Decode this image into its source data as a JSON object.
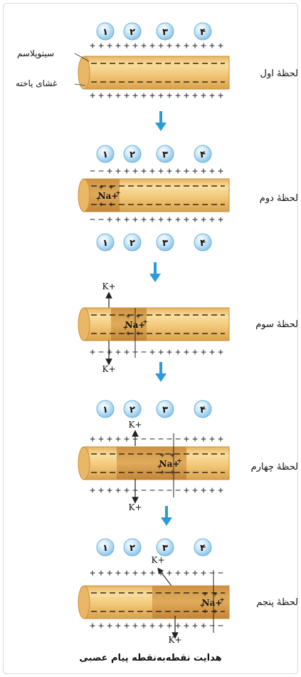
{
  "title": "هدایت نقطه‌به‌نقطه پیام عصبی",
  "callouts": {
    "cytoplasm": "سیتوپلاسم",
    "membrane": "غشای یاخته"
  },
  "stages": [
    {
      "label": "لحظهٔ اول",
      "node_digits": [
        "۱",
        "۲",
        "۳",
        "۴"
      ],
      "na": null,
      "k": [],
      "dark_region": null
    },
    {
      "label": "لحظهٔ دوم",
      "node_digits": [
        "۱",
        "۲",
        "۳",
        "۴"
      ],
      "na": "Na+",
      "k": [],
      "dark_region": "node-1"
    },
    {
      "label": "لحظهٔ سوم",
      "node_digits": [],
      "na": "Na+",
      "k": [
        "K+",
        "K+"
      ],
      "dark_region": "node-2"
    },
    {
      "label": "لحظهٔ چهارم",
      "node_digits": [
        "۱",
        "۲",
        "۳",
        "۴"
      ],
      "na": "Na+",
      "k": [
        "K+",
        "K+"
      ],
      "dark_region": "node-3"
    },
    {
      "label": "لحظهٔ پنجم",
      "node_digits": [
        "۱",
        "۲",
        "۳",
        "۴"
      ],
      "na": "Na+",
      "k": [
        "K+",
        "K+"
      ],
      "dark_region": "node-4"
    }
  ],
  "colors": {
    "axon": "#f3c97a",
    "axon_dark": "#dfa24c",
    "node_circle": "#a8d6f0",
    "arrow": "#2a9bd6"
  }
}
